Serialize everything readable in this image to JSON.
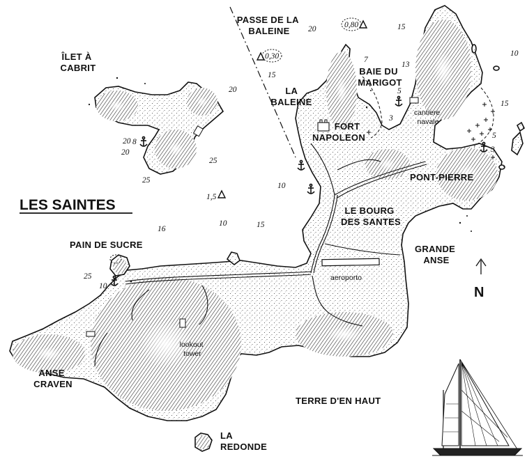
{
  "title": "LES SAINTES",
  "north_label": "N",
  "places": {
    "ilet_a_cabrit": [
      "ÎLET À",
      "CABRIT"
    ],
    "passe_de_la_baleine": [
      "PASSE DE LA",
      "BALEINE"
    ],
    "la_baleine": [
      "LA",
      "BALEINE"
    ],
    "baie_du_marigot": [
      "BAIE DU",
      "MARIGOT"
    ],
    "fort_napoleon": [
      "FORT",
      "NAPOLEON"
    ],
    "cantiere_navale": [
      "cantiere",
      "navale"
    ],
    "pont_pierre": "PONT-PIERRE",
    "le_bourg": [
      "LE BOURG",
      "DES SANTES"
    ],
    "grande_anse": [
      "GRANDE",
      "ANSE"
    ],
    "aeroporto": "aeroporto",
    "pain_de_sucre": "PAIN DE SUCRE",
    "lookout_tower": [
      "lookout",
      "tower"
    ],
    "anse_craven": [
      "ANSE",
      "CRAVEN"
    ],
    "terre_den_haut": "TERRE D'EN HAUT",
    "la_redonde": [
      "LA",
      "REDONDE"
    ]
  },
  "depths": [
    "20",
    "0,80",
    "15",
    "0,30",
    "7",
    "13",
    "15",
    "10",
    "20",
    "5",
    "3",
    "15",
    "5",
    "3",
    "20",
    "8",
    "20",
    "25",
    "25",
    "10",
    "1,5",
    "16",
    "10",
    "15",
    "25",
    "10"
  ],
  "icons": {
    "anchor": "anchor-icon",
    "rock_hazard": "rock-hazard-icon",
    "north_arrow": "north-arrow-icon",
    "sailboat": "sailboat-illustration"
  }
}
